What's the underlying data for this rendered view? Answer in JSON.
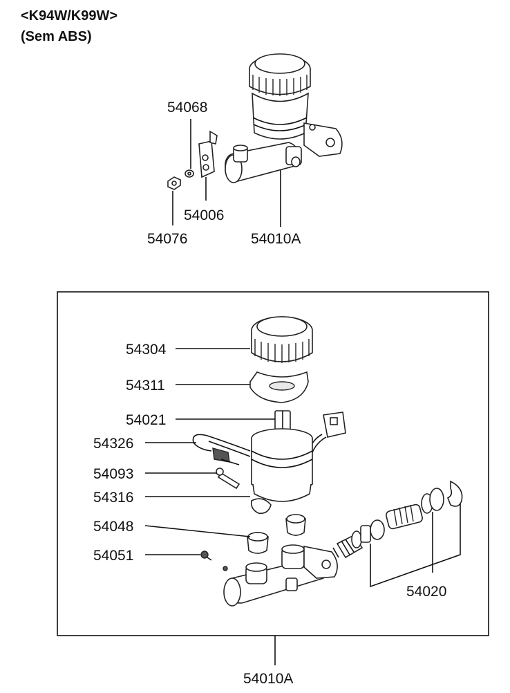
{
  "header": {
    "model": "<K94W/K99W>",
    "variant": "(Sem ABS)"
  },
  "callouts": {
    "c54068": "54068",
    "c54006": "54006",
    "c54076": "54076",
    "c54010a_top": "54010A",
    "c54304": "54304",
    "c54311": "54311",
    "c54021": "54021",
    "c54326": "54326",
    "c54093": "54093",
    "c54316": "54316",
    "c54048": "54048",
    "c54051": "54051",
    "c54020": "54020",
    "c54010a_bottom": "54010A"
  }
}
